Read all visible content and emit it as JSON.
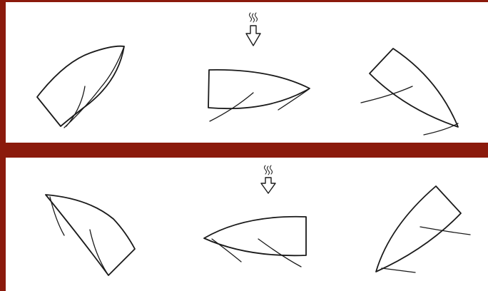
{
  "diagram": {
    "rows": [
      {
        "name": "top-row",
        "boats": [
          "left",
          "center",
          "right"
        ],
        "wind_arrow": "down-arrow-icon"
      },
      {
        "name": "bottom-row",
        "boats": [
          "left",
          "center",
          "right"
        ],
        "wind_arrow": "down-arrow-icon"
      }
    ],
    "colors": {
      "frame": "#8b1a0c",
      "panel": "#ffffff",
      "ink": "#1a1a1a"
    }
  }
}
